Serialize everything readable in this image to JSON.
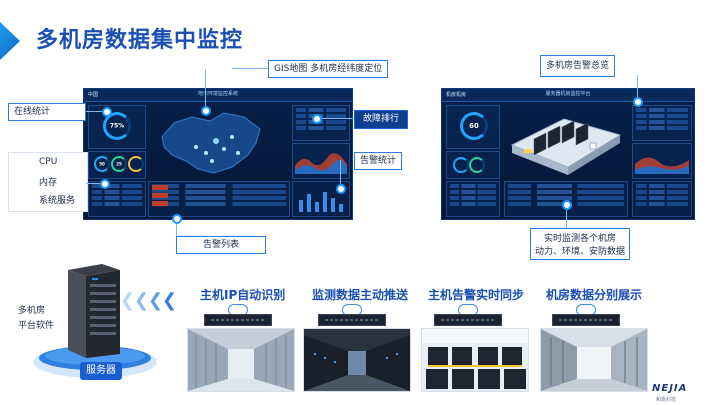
{
  "page": {
    "title": "多机房数据集中监控"
  },
  "dashboard_left": {
    "header": "地市环境监控系统",
    "brand": "中国",
    "ring_value": "75%",
    "small_values": [
      "50",
      "25"
    ]
  },
  "dashboard_right": {
    "header": "服务器机房监控平台",
    "brand": "机房机房",
    "ring_value": "60"
  },
  "callouts": {
    "gis": "GIS地图  多机房经纬度定位",
    "online": "在线统计",
    "cpu": "CPU",
    "memory": "内存",
    "system_service": "系统服务",
    "fault_rank": "故障排行",
    "alarm_stats": "告警统计",
    "alarm_list": "告警列表",
    "alarm_overview": "多机房告警总览",
    "realtime": [
      "实时监测各个机房",
      "动力、环境、安防数据"
    ]
  },
  "server": {
    "software_label": [
      "多机房",
      "平台软件"
    ],
    "badge": "服务器"
  },
  "features": [
    {
      "title": "主机IP自动识别"
    },
    {
      "title": "监测数据主动推送"
    },
    {
      "title": "主机告警实时同步"
    },
    {
      "title": "机房数据分别展示"
    }
  ],
  "logo": {
    "text": "NEJIA",
    "sub": "和嘉科技"
  },
  "colors": {
    "accent": "#1a4fb5",
    "dashboard_bg": "#041634",
    "callout_border": "#2b7de0"
  }
}
